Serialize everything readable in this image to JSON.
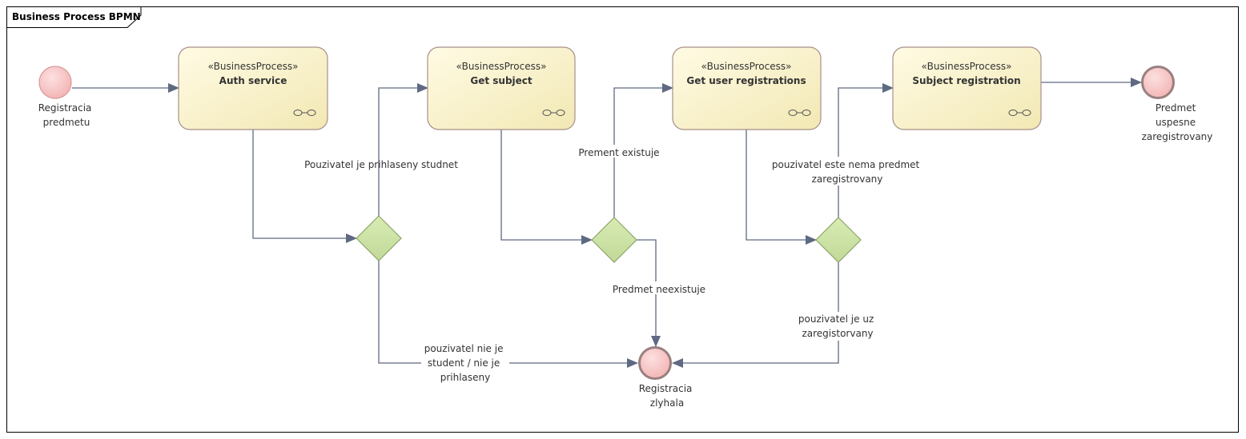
{
  "diagram": {
    "title": "Business Process BPMN",
    "stereotype": "«BusinessProcess»",
    "start_event": {
      "label": [
        "Registracia",
        "predmetu"
      ]
    },
    "tasks": [
      {
        "id": "auth",
        "name": "Auth service"
      },
      {
        "id": "subject",
        "name": "Get subject"
      },
      {
        "id": "regs",
        "name": "Get user registrations"
      },
      {
        "id": "register",
        "name": "Subject registration"
      }
    ],
    "end_success": {
      "label": [
        "Predmet",
        "uspesne",
        "zaregistrovany"
      ]
    },
    "end_fail": {
      "label": [
        "Registracia",
        "zlyhala"
      ]
    },
    "flow_labels": {
      "logged_in": [
        "Pouzivatel je prihlaseny studnet"
      ],
      "not_student": [
        "pouzivatel nie je",
        "student / nie je",
        "prihlaseny"
      ],
      "subject_exists": [
        "Prement existuje"
      ],
      "subject_missing": [
        "Predmet neexistuje"
      ],
      "not_registered": [
        "pouzivatel este nema predmet",
        "zaregistrovany"
      ],
      "already_registered": [
        "pouzivatel je uz",
        "zaregistorvany"
      ]
    },
    "colors": {
      "task_fill_top": "#fffbe4",
      "task_fill_bottom": "#f2e8b4",
      "task_stroke": "#a88f8a",
      "gateway_fill": "#cde3a6",
      "gateway_stroke": "#8ea46c",
      "event_fill": "#f8c4c4",
      "event_stroke": "#d89a9a",
      "end_stroke": "#9a8080",
      "edge": "#5f6982"
    }
  }
}
